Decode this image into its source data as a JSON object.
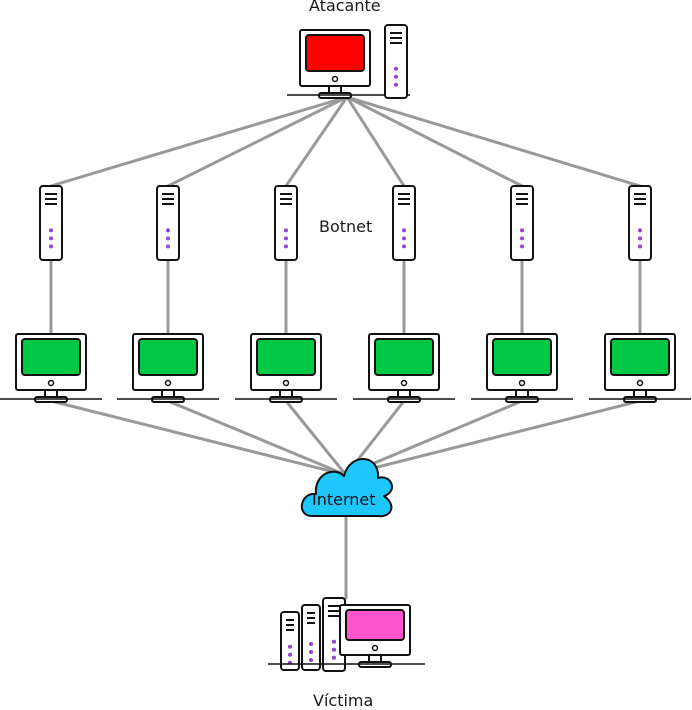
{
  "labels": {
    "attacker": "Atacante",
    "botnet": "Botnet",
    "internet": "Internet",
    "victim": "Víctima"
  },
  "colors": {
    "attacker_screen": "#ff0000",
    "bot_screen": "#00c845",
    "victim_screen": "#ff55cc",
    "cloud": "#1ec8ff",
    "led": "#9b3fd6",
    "line": "#999999"
  },
  "icons": {
    "attacker": "desktop-with-tower-icon",
    "bot_server": "server-tower-icon",
    "bot_computer": "monitor-icon",
    "internet": "cloud-icon",
    "victim": "server-rack-with-monitor-icon"
  },
  "bot_count": 6
}
